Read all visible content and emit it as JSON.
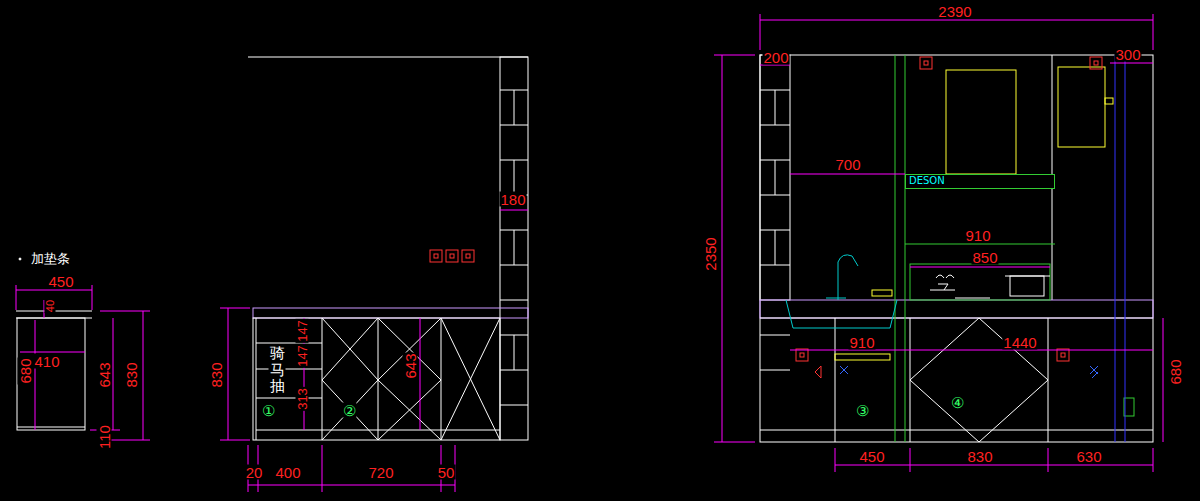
{
  "diagram": {
    "nodes": [
      {
        "text": [
          "DESON"
        ]
      }
    ],
    "labels": [
      "加垫条",
      "450",
      "40",
      "410",
      "680",
      "643",
      "830",
      "110",
      "180",
      "830",
      "147",
      "147",
      "骑马抽",
      "313",
      "643",
      "①",
      "②",
      "20",
      "400",
      "720",
      "50",
      "2390",
      "200",
      "300",
      "2350",
      "700",
      "910",
      "850",
      "910",
      "1440",
      "680",
      "③",
      "④",
      "450",
      "830",
      "630"
    ]
  }
}
